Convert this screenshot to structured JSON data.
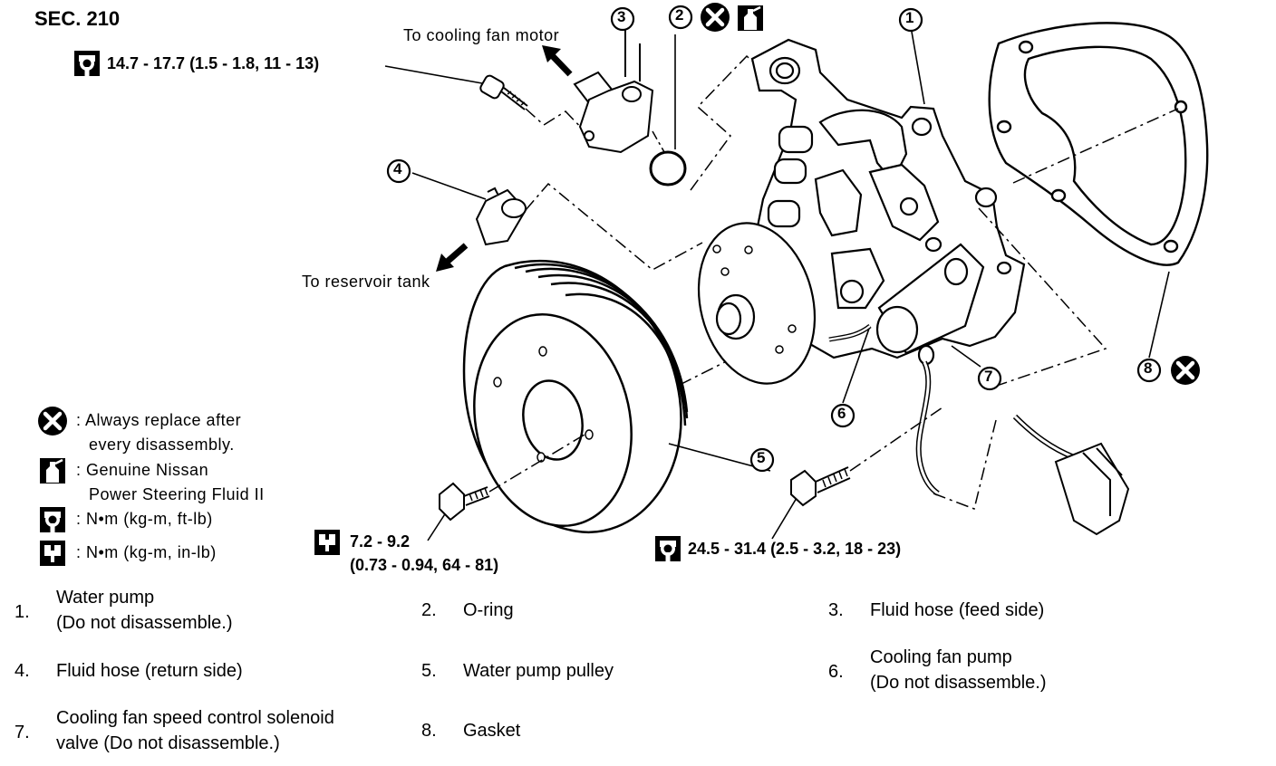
{
  "section": "SEC. 210",
  "callouts": {
    "to_cooling_fan_motor": "To cooling fan motor",
    "to_reservoir_tank": "To reservoir tank"
  },
  "torque": {
    "bolt_top": "14.7 - 17.7 (1.5 - 1.8, 11 - 13)",
    "bolt_pulley_line1": "7.2 - 9.2",
    "bolt_pulley_line2": "(0.73 - 0.94, 64 - 81)",
    "bolt_right": "24.5 - 31.4 (2.5 - 3.2, 18 - 23)"
  },
  "markers": [
    "1",
    "2",
    "3",
    "4",
    "5",
    "6",
    "7",
    "8"
  ],
  "legend": {
    "replace_line1": ": Always replace after",
    "replace_line2": "every disassembly.",
    "fluid_line1": ": Genuine Nissan",
    "fluid_line2": "Power Steering Fluid II",
    "nm_ftlb": ":  N•m  (kg-m,  ft-lb)",
    "nm_inlb": ":  N•m  (kg-m,  in-lb)"
  },
  "icons": {
    "replace": "circle-x-icon",
    "fluid": "fluid-bottle-icon",
    "torque": "torque-wrench-icon"
  },
  "parts": [
    {
      "num": "1.",
      "text": "Water pump\n(Do not disassemble.)"
    },
    {
      "num": "2.",
      "text": "O-ring"
    },
    {
      "num": "3.",
      "text": "Fluid hose (feed side)"
    },
    {
      "num": "4.",
      "text": "Fluid hose (return side)"
    },
    {
      "num": "5.",
      "text": "Water pump pulley"
    },
    {
      "num": "6.",
      "text": "Cooling fan pump\n(Do not disassemble.)"
    },
    {
      "num": "7.",
      "text": "Cooling fan speed control solenoid\nvalve (Do not disassemble.)"
    },
    {
      "num": "8.",
      "text": "Gasket"
    }
  ]
}
